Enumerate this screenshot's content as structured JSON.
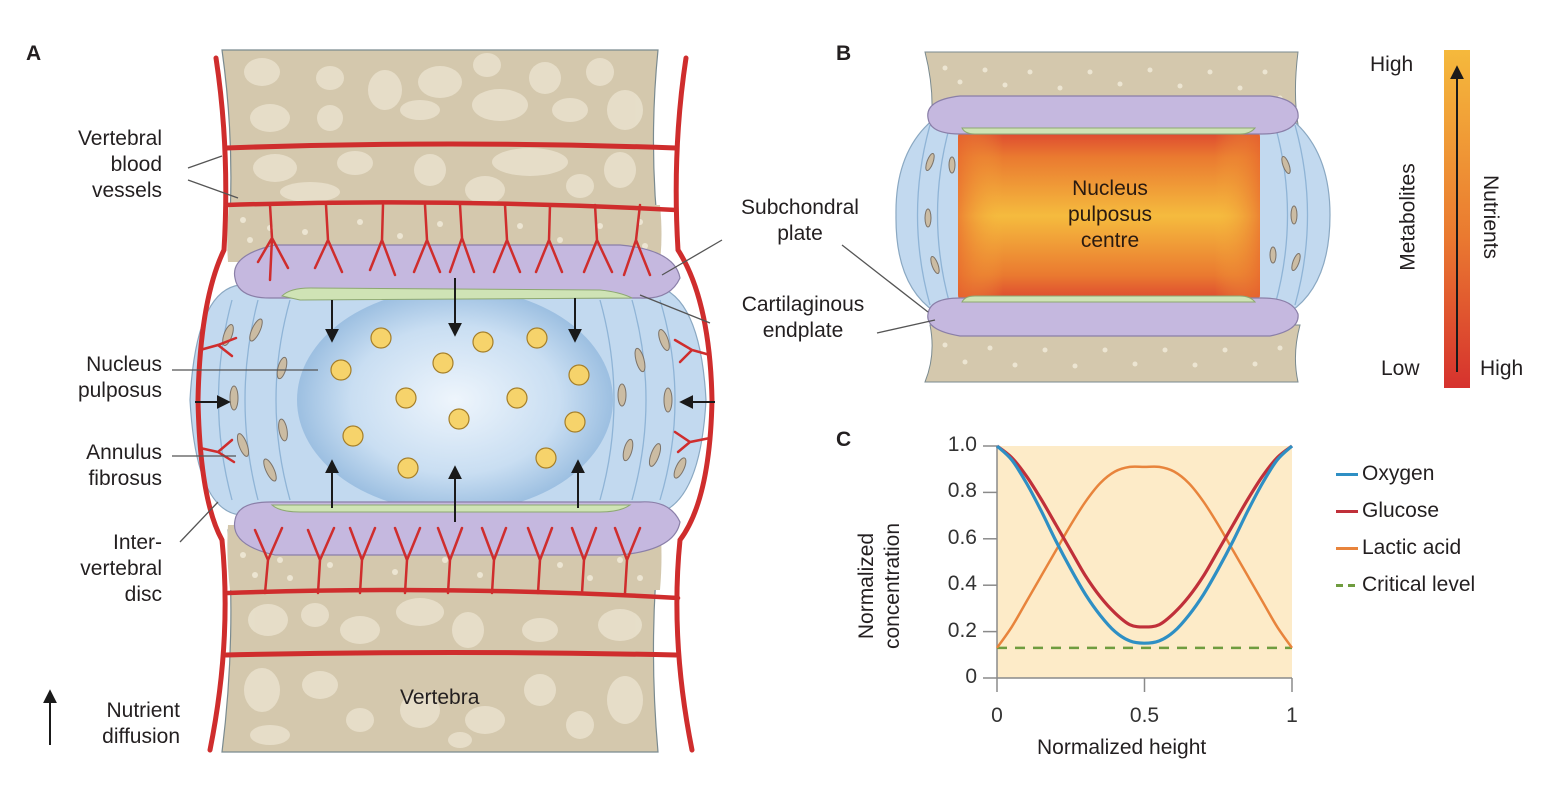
{
  "panels": {
    "a": {
      "letter": "A",
      "labels": {
        "vertebral_blood_vessels": [
          "Vertebral",
          "blood",
          "vessels"
        ],
        "nucleus_pulposus": [
          "Nucleus",
          "pulposus"
        ],
        "annulus_fibrosus": [
          "Annulus",
          "fibrosus"
        ],
        "intervertebral_disc": [
          "Inter-",
          "vertebral",
          "disc"
        ],
        "subchondral_plate": [
          "Subchondral",
          "plate"
        ],
        "cartilaginous_endplate": [
          "Cartilaginous",
          "endplate"
        ],
        "vertebra": "Vertebra",
        "nutrient_diffusion": [
          "Nutrient",
          "diffusion"
        ]
      }
    },
    "b": {
      "letter": "B",
      "center_label": [
        "Nucleus",
        "pulposus",
        "centre"
      ],
      "scale": {
        "left_label": "Metabolites",
        "right_label": "Nutrients",
        "top_left": "High",
        "bottom_left": "Low",
        "bottom_right": "High"
      }
    },
    "c": {
      "letter": "C"
    }
  },
  "colors": {
    "bone": "#d4c8ad",
    "vessel": "#cf2d2d",
    "disc_blue": "#b9d3ec",
    "endplate_purple": "#c5b8df",
    "cartilage_green": "#cfe3b5",
    "cell_yellow": "#f6d36b",
    "oxygen": "#2e8fc4",
    "glucose": "#c0303a",
    "lactic_acid": "#e8843c",
    "critical_level": "#6f9c3f",
    "chart_bg": "#fdebc8"
  },
  "chart_data": {
    "type": "line",
    "title": "",
    "xlabel": "Normalized height",
    "ylabel": "Normalized concentration",
    "xlim": [
      0,
      1
    ],
    "ylim": [
      0,
      1
    ],
    "xticks": [
      0,
      0.5,
      1
    ],
    "xtick_labels": [
      "0",
      "0.5",
      "1"
    ],
    "yticks": [
      0,
      0.2,
      0.4,
      0.6,
      0.8,
      1.0
    ],
    "ytick_labels": [
      "0",
      "0.2",
      "0.4",
      "0.6",
      "0.8",
      "1.0"
    ],
    "grid": false,
    "legend_position": "right",
    "x": [
      0,
      0.05,
      0.1,
      0.15,
      0.2,
      0.25,
      0.3,
      0.35,
      0.4,
      0.45,
      0.5,
      0.55,
      0.6,
      0.65,
      0.7,
      0.75,
      0.8,
      0.85,
      0.9,
      0.95,
      1.0
    ],
    "series": [
      {
        "name": "Oxygen",
        "style": "solid",
        "values": [
          1.0,
          0.94,
          0.84,
          0.72,
          0.59,
          0.47,
          0.36,
          0.27,
          0.2,
          0.16,
          0.15,
          0.16,
          0.2,
          0.27,
          0.36,
          0.47,
          0.59,
          0.72,
          0.84,
          0.94,
          1.0
        ]
      },
      {
        "name": "Glucose",
        "style": "solid",
        "values": [
          1.0,
          0.95,
          0.87,
          0.77,
          0.66,
          0.55,
          0.44,
          0.35,
          0.28,
          0.23,
          0.22,
          0.23,
          0.28,
          0.35,
          0.44,
          0.55,
          0.66,
          0.77,
          0.87,
          0.95,
          1.0
        ]
      },
      {
        "name": "Lactic acid",
        "style": "solid",
        "values": [
          0.13,
          0.22,
          0.33,
          0.44,
          0.55,
          0.66,
          0.76,
          0.84,
          0.89,
          0.91,
          0.91,
          0.91,
          0.89,
          0.84,
          0.76,
          0.66,
          0.55,
          0.44,
          0.33,
          0.22,
          0.13
        ]
      },
      {
        "name": "Critical level",
        "style": "dashed",
        "values": [
          0.13,
          0.13,
          0.13,
          0.13,
          0.13,
          0.13,
          0.13,
          0.13,
          0.13,
          0.13,
          0.13,
          0.13,
          0.13,
          0.13,
          0.13,
          0.13,
          0.13,
          0.13,
          0.13,
          0.13,
          0.13
        ]
      }
    ]
  }
}
